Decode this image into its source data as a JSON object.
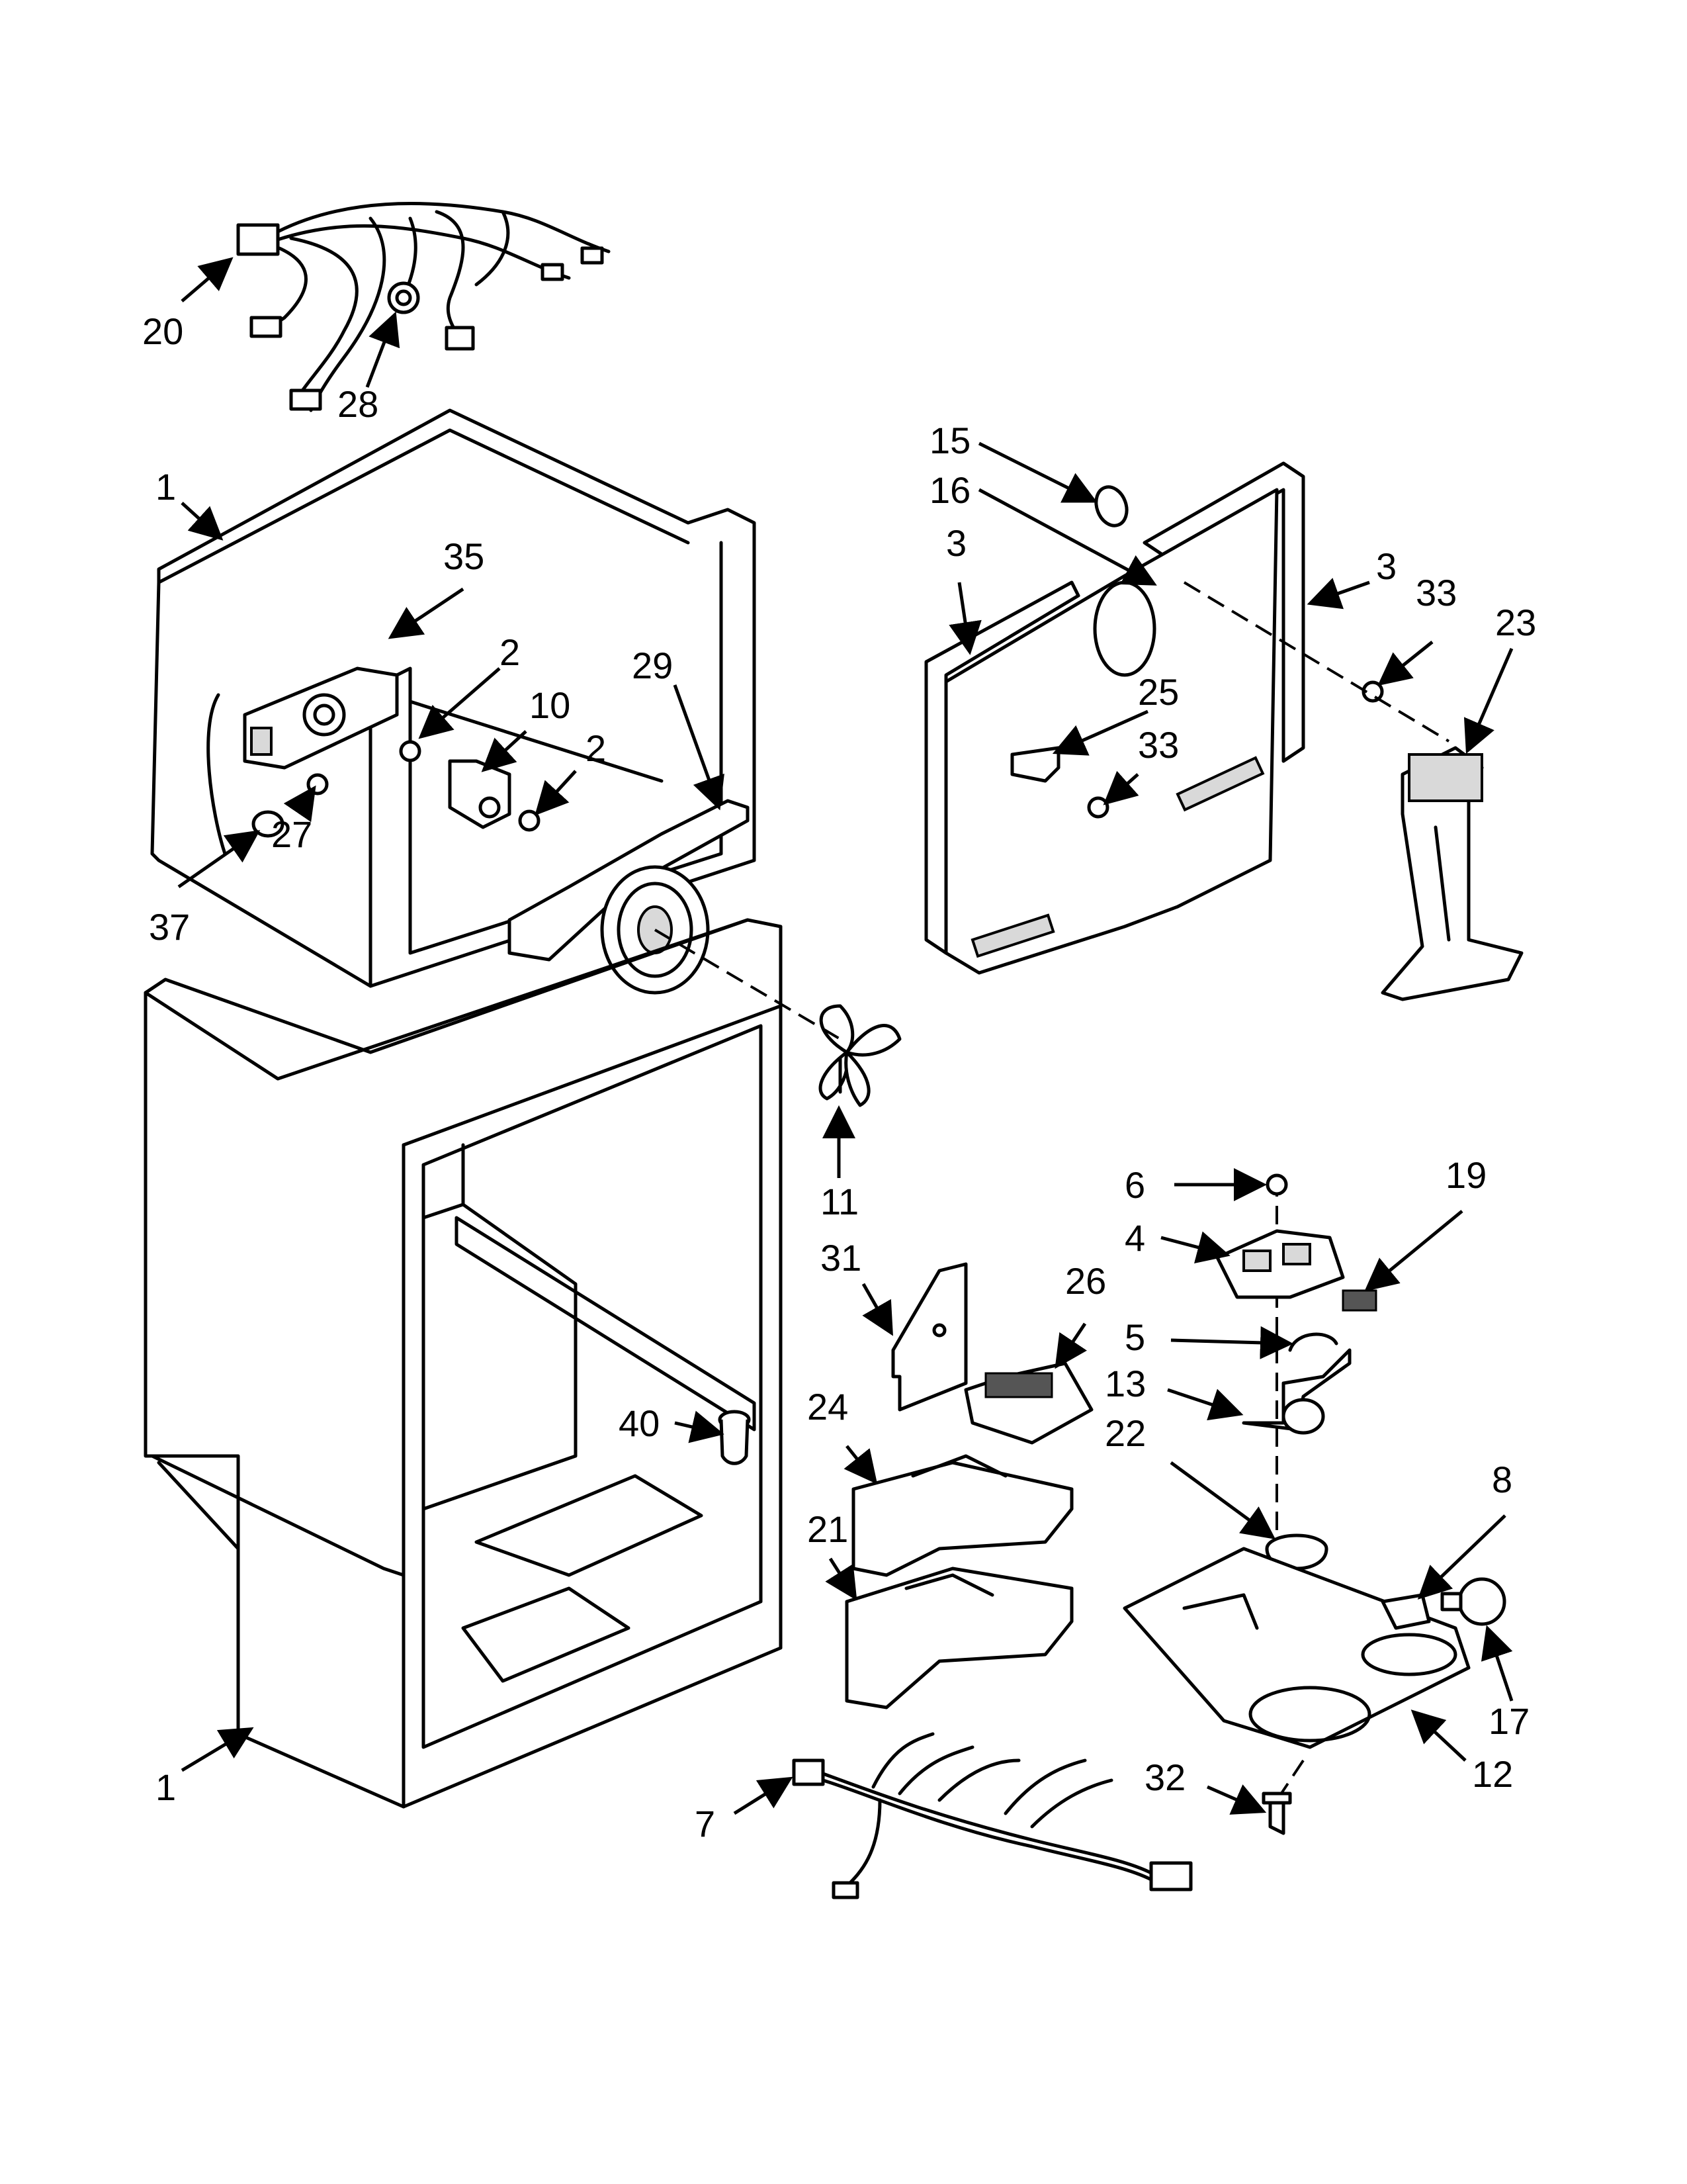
{
  "colors": {
    "line": "#000000",
    "background": "#ffffff",
    "shade": "#d9d9d9"
  },
  "callouts": [
    {
      "id": "c-20",
      "label": "20"
    },
    {
      "id": "c-28",
      "label": "28"
    },
    {
      "id": "c-1a",
      "label": "1"
    },
    {
      "id": "c-35",
      "label": "35"
    },
    {
      "id": "c-2a",
      "label": "2"
    },
    {
      "id": "c-10",
      "label": "10"
    },
    {
      "id": "c-2b",
      "label": "2"
    },
    {
      "id": "c-29",
      "label": "29"
    },
    {
      "id": "c-27",
      "label": "27"
    },
    {
      "id": "c-37",
      "label": "37"
    },
    {
      "id": "c-15",
      "label": "15"
    },
    {
      "id": "c-16",
      "label": "16"
    },
    {
      "id": "c-3a",
      "label": "3"
    },
    {
      "id": "c-3b",
      "label": "3"
    },
    {
      "id": "c-33a",
      "label": "33"
    },
    {
      "id": "c-23",
      "label": "23"
    },
    {
      "id": "c-25",
      "label": "25"
    },
    {
      "id": "c-33b",
      "label": "33"
    },
    {
      "id": "c-11",
      "label": "11"
    },
    {
      "id": "c-6",
      "label": "6"
    },
    {
      "id": "c-19",
      "label": "19"
    },
    {
      "id": "c-4",
      "label": "4"
    },
    {
      "id": "c-31",
      "label": "31"
    },
    {
      "id": "c-26",
      "label": "26"
    },
    {
      "id": "c-5",
      "label": "5"
    },
    {
      "id": "c-13",
      "label": "13"
    },
    {
      "id": "c-24",
      "label": "24"
    },
    {
      "id": "c-22",
      "label": "22"
    },
    {
      "id": "c-40",
      "label": "40"
    },
    {
      "id": "c-8",
      "label": "8"
    },
    {
      "id": "c-21",
      "label": "21"
    },
    {
      "id": "c-17",
      "label": "17"
    },
    {
      "id": "c-1b",
      "label": "1"
    },
    {
      "id": "c-12",
      "label": "12"
    },
    {
      "id": "c-32",
      "label": "32"
    },
    {
      "id": "c-7",
      "label": "7"
    }
  ]
}
